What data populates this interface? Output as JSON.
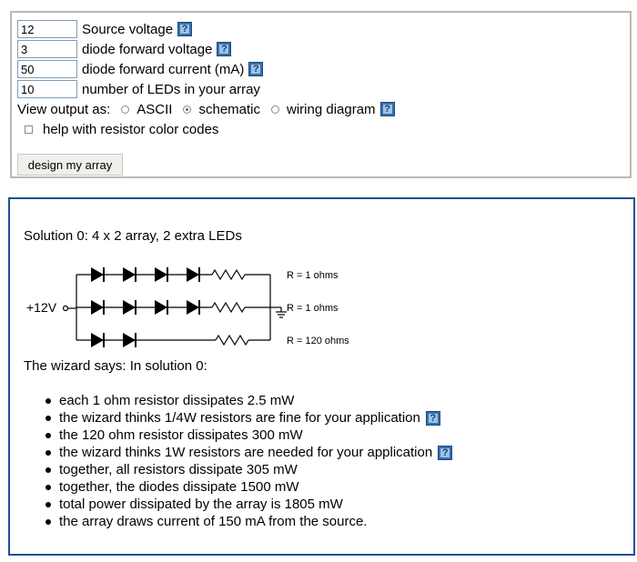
{
  "form": {
    "inputs": [
      {
        "value": "12",
        "label": "Source voltage",
        "help": true
      },
      {
        "value": "3",
        "label": "diode forward voltage",
        "help": true
      },
      {
        "value": "50",
        "label": "diode forward current (mA)",
        "help": true
      },
      {
        "value": "10",
        "label": "number of LEDs in your array",
        "help": false
      }
    ],
    "view_label": "View output as:",
    "view_options": [
      {
        "label": "ASCII",
        "checked": false
      },
      {
        "label": "schematic",
        "checked": true
      },
      {
        "label": "wiring diagram",
        "checked": false
      }
    ],
    "color_codes_label": "help with resistor color codes",
    "submit_label": "design my array",
    "help_glyph": "?"
  },
  "output": {
    "solution_title": "Solution 0: 4 x 2 array, 2 extra LEDs",
    "schematic": {
      "supply_label": "+12V",
      "rows": [
        {
          "leds": 4,
          "resistor_label": "R = 1 ohms"
        },
        {
          "leds": 4,
          "resistor_label": "R = 1 ohms"
        },
        {
          "leds": 2,
          "resistor_label": "R = 120 ohms"
        }
      ]
    },
    "wizard_intro": "The wizard says: In solution 0:",
    "bullets": [
      {
        "text": "each 1 ohm resistor dissipates 2.5 mW",
        "help": false
      },
      {
        "text": "the wizard thinks 1/4W resistors are fine for your application",
        "help": true
      },
      {
        "text": "the 120 ohm resistor dissipates 300 mW",
        "help": false
      },
      {
        "text": "the wizard thinks 1W resistors are needed for your application",
        "help": true
      },
      {
        "text": "together, all resistors dissipate 305 mW",
        "help": false
      },
      {
        "text": "together, the diodes dissipate 1500 mW",
        "help": false
      },
      {
        "text": "total power dissipated by the array is 1805 mW",
        "help": false
      },
      {
        "text": "the array draws current of 150 mA from the source.",
        "help": false
      }
    ]
  },
  "colors": {
    "form_border": "#b9b9b1",
    "output_border": "#1f4f95",
    "help_icon": "#3a6ea8"
  }
}
